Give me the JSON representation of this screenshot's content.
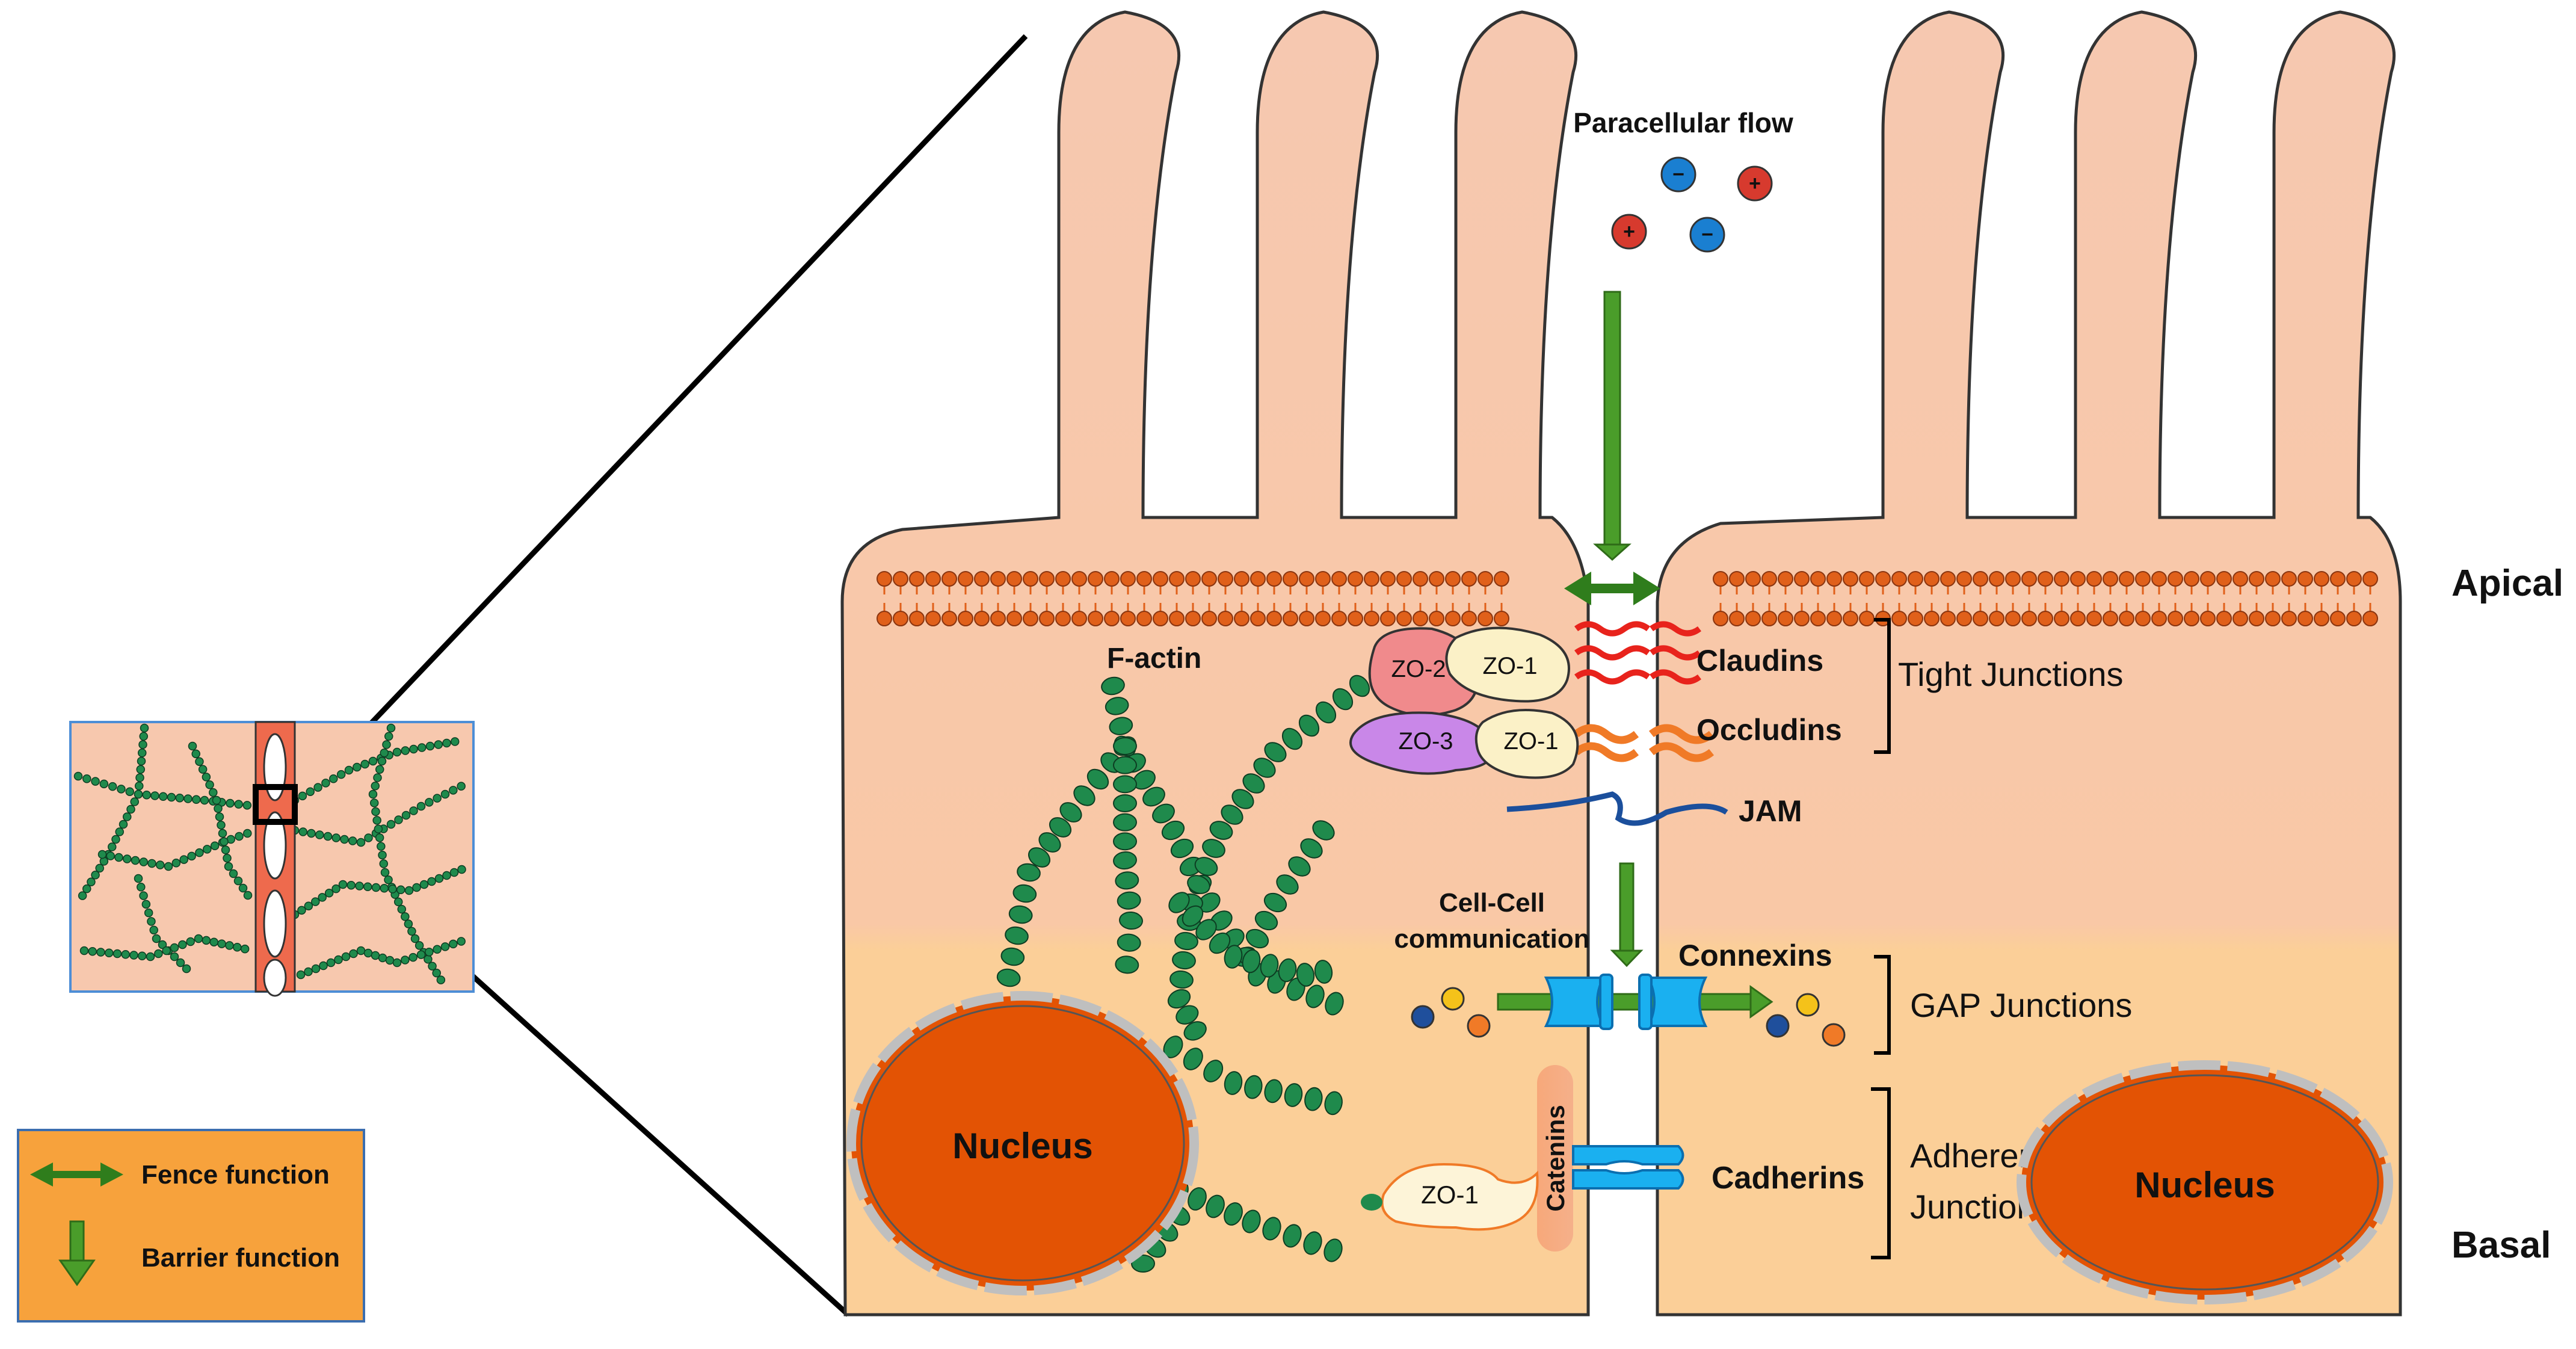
{
  "diagram": {
    "labels": {
      "paracellular_flow": "Paracellular flow",
      "apical": "Apical",
      "basal": "Basal",
      "f_actin": "F-actin",
      "claudins": "Claudins",
      "occludins": "Occludins",
      "tight_junctions": "Tight Junctions",
      "jam": "JAM",
      "cell_cell_1": "Cell-Cell",
      "cell_cell_2": "communication",
      "connexins": "Connexins",
      "gap_junctions": "GAP Junctions",
      "cadherins": "Cadherins",
      "adherens_1": "Adherens",
      "adherens_2": "Junctions",
      "catenins": "Catenins",
      "nucleus_left": "Nucleus",
      "nucleus_right": "Nucleus",
      "zo2": "ZO-2",
      "zo1_top": "ZO-1",
      "zo3": "ZO-3",
      "zo1_mid": "ZO-1",
      "zo1_bottom": "ZO-1"
    },
    "ions": [
      {
        "charge": "−",
        "color": "#1a7fd1"
      },
      {
        "charge": "+",
        "color": "#d73a2e"
      },
      {
        "charge": "+",
        "color": "#d73a2e"
      },
      {
        "charge": "−",
        "color": "#1a7fd1"
      }
    ],
    "legend": {
      "fence": "Fence function",
      "barrier": "Barrier function"
    },
    "colors": {
      "cell": "#f9c9a3",
      "cell_top": "#f6c6ad",
      "cell_bottom": "#fbcf9a",
      "lipid": "#e0601a",
      "actin": "#1f8a4c",
      "nucleus": "#e35304",
      "arrow_green": "#4a9d2a",
      "legend_bg": "#f7a23c",
      "connexin": "#1ab0f0"
    }
  }
}
